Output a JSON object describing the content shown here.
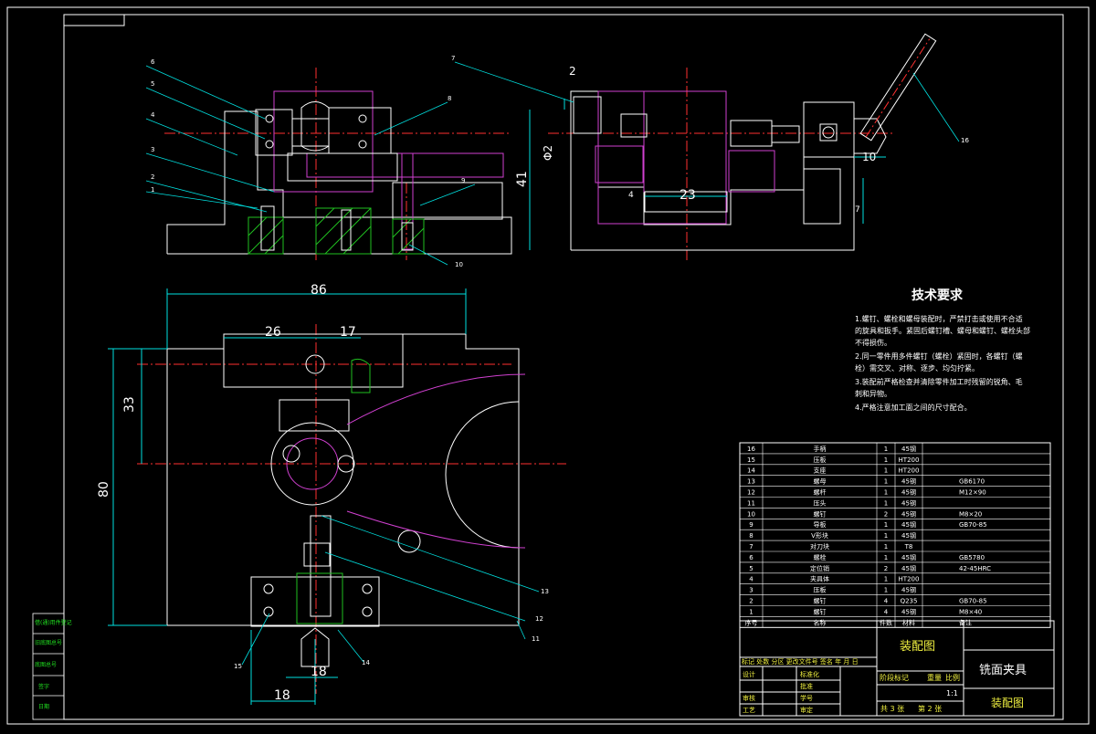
{
  "colors": {
    "background": "#000000",
    "frame": "#ffffff",
    "dimension": "#00e0e0",
    "centerline": "#ff3030",
    "part_outline": "#ffffff",
    "hidden": "#d040d0",
    "hatch": "#20c020",
    "leader": "#00e0e0",
    "text_white": "#ffffff",
    "text_green": "#20e020",
    "text_yellow": "#f0f040"
  },
  "balloons": {
    "front": [
      "6",
      "5",
      "4",
      "3",
      "2",
      "1",
      "8",
      "9",
      "10"
    ],
    "side": [
      "7",
      "2",
      "16"
    ],
    "top": [
      "13",
      "12",
      "11",
      "15",
      "14"
    ]
  },
  "dimensions": {
    "side_d2": "Φ2",
    "side_41": "41",
    "side_23": "23",
    "side_10": "10",
    "side_7": "7",
    "side_4": "4",
    "top_86": "86",
    "top_26": "26",
    "top_17": "17",
    "top_33": "33",
    "top_80": "80",
    "top_18a": "18",
    "top_18b": "18"
  },
  "technical_requirements": {
    "title": "技术要求",
    "items": [
      "1.螺钉、螺栓和螺母装配时，严禁打击或使用不合适的旋具和扳手。紧固后螺钉槽、螺母和螺钉、螺栓头部不得损伤。",
      "2.同一零件用多件螺钉（螺栓）紧固时，各螺钉（螺栓）需交叉、对称、逐步、均匀拧紧。",
      "3.装配前严格检查并清除零件加工时残留的锐角、毛刺和异物。",
      "4.严格注意加工面之间的尺寸配合。"
    ]
  },
  "parts_list": {
    "header": [
      "序号",
      "名称",
      "件数",
      "材料",
      "备注"
    ],
    "rows": [
      [
        "16",
        "手柄",
        "1",
        "45钢",
        ""
      ],
      [
        "15",
        "压板",
        "1",
        "HT200",
        ""
      ],
      [
        "14",
        "支座",
        "1",
        "HT200",
        ""
      ],
      [
        "13",
        "螺母",
        "1",
        "45钢",
        "GB6170"
      ],
      [
        "12",
        "螺杆",
        "1",
        "45钢",
        "M12×90"
      ],
      [
        "11",
        "压头",
        "1",
        "45钢",
        ""
      ],
      [
        "10",
        "螺钉",
        "2",
        "45钢",
        "M8×20"
      ],
      [
        "9",
        "导板",
        "1",
        "45钢",
        "GB70-85"
      ],
      [
        "8",
        "V形块",
        "1",
        "45钢",
        ""
      ],
      [
        "7",
        "对刀块",
        "1",
        "T8",
        ""
      ],
      [
        "6",
        "螺栓",
        "1",
        "45钢",
        "GB5780"
      ],
      [
        "5",
        "定位销",
        "2",
        "45钢",
        "42-45HRC"
      ],
      [
        "4",
        "夹具体",
        "1",
        "HT200",
        ""
      ],
      [
        "3",
        "压板",
        "1",
        "45钢",
        ""
      ],
      [
        "2",
        "螺钉",
        "4",
        "Q235",
        "GB70-85"
      ],
      [
        "1",
        "螺钉",
        "4",
        "45钢",
        "M8×40"
      ]
    ]
  },
  "title_block": {
    "drawing_title": "装配图",
    "product_name": "铣面夹具",
    "sheet_type": "装配图",
    "revision_header": "标记 处数 分区 更改文件号 签名 年 月 日",
    "labels": [
      "设计",
      "标准化",
      "审核",
      "工艺",
      "批准",
      "学号",
      "审定"
    ],
    "stage_labels": [
      "阶段标记",
      "重量",
      "比例"
    ],
    "scale": "1:1",
    "sheets": "共 3 张",
    "sheet_no": "第 2 张"
  },
  "left_strip": [
    "借(通)用件登记",
    "旧底图总号",
    "底图总号",
    "签字",
    "日期"
  ]
}
